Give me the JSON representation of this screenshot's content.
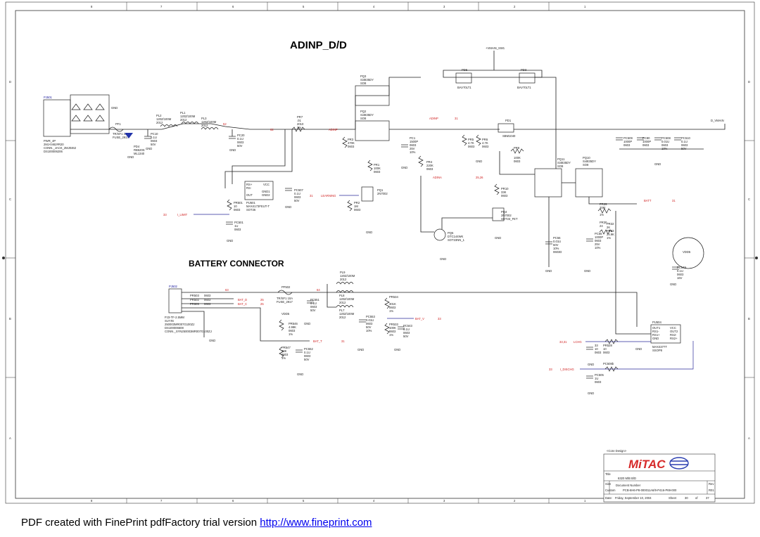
{
  "sheet_title": "ADINP_D/D",
  "section_title": "BATTERY CONNECTOR",
  "grid": {
    "columns": [
      "8",
      "7",
      "6",
      "5",
      "4",
      "3",
      "2",
      "1"
    ],
    "rows": [
      "D",
      "C",
      "B",
      "A"
    ]
  },
  "nets": {
    "vmain_sw1": "+VMAIN_SW1",
    "d_vmain": "D_VMAIN",
    "adinp": "ADINP",
    "adinp_page": "31",
    "adina": "ADINA",
    "adina_page": "25,26",
    "batt_label": "BATT",
    "batt_page": "31",
    "learning": "LEARNING",
    "learning_page": "31",
    "i_limit": "I_LIMIT",
    "i_limit_page": "33",
    "bat_d": "BAT_D",
    "bat_d_page": "25",
    "bat_c": "BAT_C",
    "bat_c_page": "25",
    "bat_v": "BAT_V",
    "bat_v_page": "33",
    "bat_t": "BAT_T",
    "bat_t_page": "31",
    "lchg": "LCHG",
    "lchg_page": "33,31",
    "i_dischg": "I_DISCHG",
    "i_dischg_page": "33",
    "vdd5": "VDD5",
    "gnd": "GND",
    "vsm_52": "52",
    "vsm_62": "62",
    "vsm_63": "63",
    "vsm_33": "33",
    "vsm_31": "31",
    "vsm_64": "64"
  },
  "components": [
    {
      "ref": "PJ501",
      "lines": [
        "PWR_4P",
        "2MJ-0462#R20",
        "CONN._JACK_2MJ0462",
        "DS100006206"
      ]
    },
    {
      "ref": "PF1",
      "lines": [
        "TR/SF1 10A",
        "FUSE_2917"
      ]
    },
    {
      "ref": "PD4",
      "lines": [
        "RB520S",
        "ML1340"
      ]
    },
    {
      "ref": "PL2",
      "lines": [
        "120Z/100M",
        "2012"
      ]
    },
    {
      "ref": "PL1",
      "lines": [
        "120Z/100M",
        "2012"
      ]
    },
    {
      "ref": "PL3",
      "lines": [
        "120Z/100M",
        "2012"
      ]
    },
    {
      "ref": "PC10",
      "lines": [
        "0.1U",
        "0603",
        "50V"
      ]
    },
    {
      "ref": "PC20",
      "lines": [
        "0.1U",
        "0603",
        "50V"
      ]
    },
    {
      "ref": "PR7",
      "lines": [
        ".01",
        "2010",
        "1%"
      ]
    },
    {
      "ref": "PQ3",
      "lines": [
        "Si4835DY",
        "SO8"
      ]
    },
    {
      "ref": "PQ2",
      "lines": [
        "Si4835DY",
        "SO8"
      ]
    },
    {
      "ref": "PR3",
      "lines": [
        "470K",
        "0603"
      ]
    },
    {
      "ref": "PR1",
      "lines": [
        "100K",
        "0603"
      ]
    },
    {
      "ref": "PC1",
      "lines": [
        "1500P",
        "0603",
        "25V",
        "10%"
      ]
    },
    {
      "ref": "PR4",
      "lines": [
        "220K",
        "0603"
      ]
    },
    {
      "ref": "PD5",
      "lines": [
        "BAV70LT1"
      ]
    },
    {
      "ref": "PD3",
      "lines": [
        "BAV70LT1"
      ]
    },
    {
      "ref": "PD1",
      "lines": [
        "SBM1040"
      ]
    },
    {
      "ref": "PR5",
      "lines": [
        "4.7K",
        "0603"
      ]
    },
    {
      "ref": "PR6",
      "lines": [
        "4.7K",
        "0603"
      ]
    },
    {
      "ref": "PR8",
      "lines": [
        "100K",
        "0603"
      ]
    },
    {
      "ref": "PQ11",
      "lines": [
        "Si4835DY",
        "SO8"
      ]
    },
    {
      "ref": "PQ10",
      "lines": [
        "Si4835DY",
        "SO8"
      ]
    },
    {
      "ref": "PC509",
      "lines": [
        "1000P",
        "0603"
      ]
    },
    {
      "ref": "PC80",
      "lines": [
        "1000P",
        "0603"
      ]
    },
    {
      "ref": "PC508",
      "lines": [
        "0.01U",
        "0603",
        "10%"
      ]
    },
    {
      "ref": "PC510",
      "lines": [
        "0.1U",
        "0603",
        "50V"
      ]
    },
    {
      "ref": "PU501",
      "lines": [
        "MAX4173FEUT-T",
        "SOT26"
      ]
    },
    {
      "ref": "PC507",
      "lines": [
        "0.1U",
        "0603",
        "50V"
      ]
    },
    {
      "ref": "PR501",
      "lines": [
        "10",
        "0603"
      ]
    },
    {
      "ref": "PC501",
      "lines": [
        "1U",
        "0603"
      ]
    },
    {
      "ref": "PR2",
      "lines": [
        "1M",
        "0603"
      ]
    },
    {
      "ref": "PQ1",
      "lines": [
        "2N7002"
      ]
    },
    {
      "ref": "PR10",
      "lines": [
        "33K",
        "0603"
      ]
    },
    {
      "ref": "PQ4",
      "lines": [
        "2N7002",
        "SOT23_FET"
      ]
    },
    {
      "ref": "PQ5",
      "lines": [
        "DTC144WK",
        "SOT23NN_1"
      ]
    },
    {
      "ref": "PR29",
      "lines": [
        "20M",
        "1%"
      ]
    },
    {
      "ref": "PR30",
      "lines": [
        "24"
      ]
    },
    {
      "ref": "PR32",
      "lines": [
        "2K"
      ]
    },
    {
      "ref": "PR33",
      "lines": [
        "24.9K",
        "1%"
      ]
    },
    {
      "ref": "PC56",
      "lines": [
        "0.01U",
        "50V",
        "10%",
        "0603D"
      ]
    },
    {
      "ref": "PC55",
      "lines": [
        "1000P",
        "0603",
        "25V",
        "10%"
      ]
    },
    {
      "ref": "PC549",
      "lines": [
        "0.1U",
        "0603",
        "16V"
      ]
    },
    {
      "ref": "PJ502",
      "lines": [
        "PJ3-TF-2.5MM",
        "SUYIN",
        "250003MR007G100ZJ",
        "DS100006608",
        "CONN._SYN250003MR007G100ZJ"
      ]
    },
    {
      "ref": "PR503",
      "lines": [
        "0603"
      ]
    },
    {
      "ref": "PR502",
      "lines": [
        "0603"
      ]
    },
    {
      "ref": "PR505",
      "lines": [
        "0603"
      ]
    },
    {
      "ref": "PF502",
      "lines": [
        "TR/SF1 10A",
        "FUSE_2917"
      ]
    },
    {
      "ref": "PC551",
      "lines": [
        "0.1U",
        "0603",
        "50V"
      ]
    },
    {
      "ref": "PL9",
      "lines": [
        "120Z/100M",
        "2012"
      ]
    },
    {
      "ref": "PL8",
      "lines": [
        "120Z/100M",
        "2012"
      ]
    },
    {
      "ref": "PL7",
      "lines": [
        "120Z/100M",
        "2012"
      ]
    },
    {
      "ref": "PC553",
      "lines": [
        "0.01U",
        "0603",
        "50V",
        "10%"
      ]
    },
    {
      "ref": "PR534",
      "lines": [
        "301K",
        "0603",
        "1%"
      ]
    },
    {
      "ref": "PR533",
      "lines": [
        "100K",
        "0603",
        "1%"
      ]
    },
    {
      "ref": "PC543",
      "lines": [
        "0.1U",
        "0603",
        "50V"
      ]
    },
    {
      "ref": "PR546",
      "lines": [
        "4.99K",
        "0603",
        "1%"
      ]
    },
    {
      "ref": "PR547",
      "lines": [
        "20K",
        "0603",
        "1%"
      ]
    },
    {
      "ref": "PC552",
      "lines": [
        "0.1U",
        "0603",
        "50V"
      ]
    },
    {
      "ref": "PU504",
      "lines": [
        "MAX4377T",
        "SSOP8"
      ]
    },
    {
      "ref": "PR528",
      "lines": [
        "10",
        "0603"
      ]
    },
    {
      "ref": "PR526",
      "lines": [
        "10",
        "0603"
      ]
    },
    {
      "ref": "PC508b",
      "lines": [
        "1U",
        "0603"
      ]
    },
    {
      "ref": "PC505",
      "lines": [
        "1U",
        "0603"
      ]
    }
  ],
  "ic_pins": {
    "pu501": [
      "RS+",
      "RS-",
      "OUT",
      "VCC",
      "GND1",
      "GND2"
    ],
    "pu504": [
      "OUT1",
      "RS1-",
      "RS1+",
      "GND",
      "VCC",
      "OUT2",
      "RS2-",
      "RS2+"
    ]
  },
  "title_block": {
    "header": "<Core Design>",
    "company": "MiTAC",
    "title_label": "Title",
    "title_value": "6320 M/B B/D",
    "size_label": "Size",
    "size_value": "Custom",
    "docnum_label": "Document Number",
    "docnum_value": "PCB-6H6-P8-000011A6/9-P416-P69-000",
    "rev_label": "Rev",
    "rev_value": "R01",
    "date_label": "Date:",
    "date_value": "Friday, September 10, 2004",
    "sheet_label": "Sheet",
    "sheet_value": "30",
    "of_label": "of",
    "of_value": "37"
  },
  "footer": {
    "text": "PDF created with FinePrint pdfFactory trial version ",
    "link": "http://www.fineprint.com"
  }
}
